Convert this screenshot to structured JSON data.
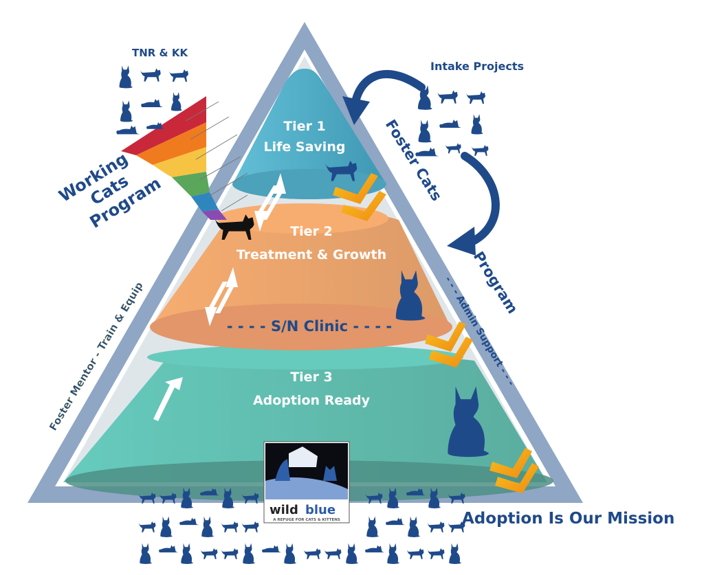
{
  "title": "Wild Blue Foster Program Pyramid",
  "colors": {
    "navy": "#1f4a8a",
    "frame": "#8fa6c4",
    "tier1": "#5ab4cc",
    "tier2": "#f3a86a",
    "tier3": "#63c6b8",
    "chevron": "#f6a11a",
    "gap": "#dfe6ea"
  },
  "labels": {
    "tnr_kk": "TNR & KK",
    "working_cats": [
      "Working",
      "Cats",
      "Program"
    ],
    "intake_projects": "Intake Projects",
    "foster_cats": "Foster Cats",
    "program": "Program",
    "foster_mentor": "Foster Mentor - Train & Equip",
    "admin_support": "- - - Admin Support - - -",
    "mission": "Adoption Is Our Mission"
  },
  "tiers": [
    {
      "title": "Tier 1",
      "subtitle": "Life Saving"
    },
    {
      "title": "Tier 2",
      "subtitle": "Treatment & Growth"
    },
    {
      "title": "Tier 3",
      "subtitle": "Adoption Ready"
    }
  ],
  "clinic": "- - - - S/N Clinic - - - -",
  "funnel_bands": [
    "#c8283a",
    "#f07a1e",
    "#f6c343",
    "#5aa65a",
    "#2f86bf",
    "#8a4bb0"
  ],
  "logo": {
    "name_part1": "wild",
    "name_part2": "blue",
    "tagline": "A REFUGE FOR CATS & KITTENS"
  }
}
